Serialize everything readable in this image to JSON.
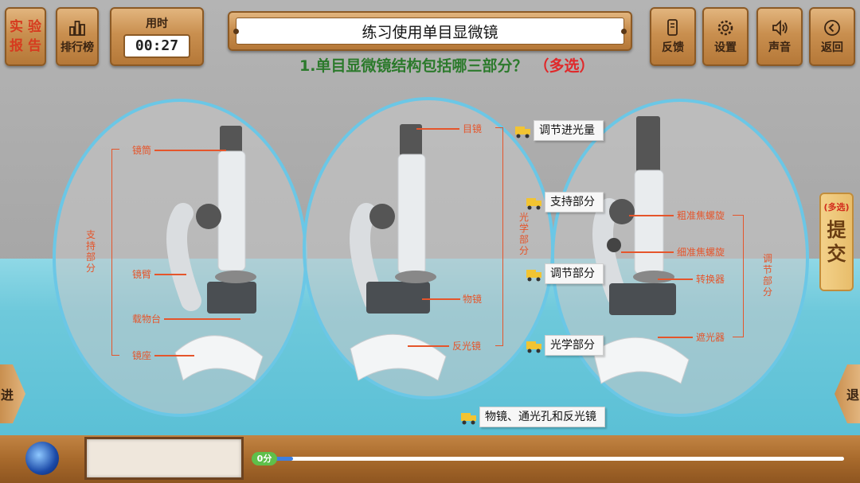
{
  "toolbar": {
    "report_line1": "实 验",
    "report_line2": "报 告",
    "rank_label": "排行榜",
    "timer_label": "用时",
    "timer_value": "00:27",
    "feedback_label": "反馈",
    "settings_label": "设置",
    "sound_label": "声音",
    "back_label": "返回"
  },
  "title": "练习使用单目显微镜",
  "question": {
    "text": "1.单目显微镜结构包括哪三部分？",
    "type": "（多选）"
  },
  "diagram1": {
    "group": "支持部分",
    "parts": [
      "镜筒",
      "镜臂",
      "载物台",
      "镜座"
    ]
  },
  "diagram2": {
    "group": "光学部分",
    "parts": [
      "目镜",
      "物镜",
      "反光镜"
    ]
  },
  "diagram3": {
    "group": "调节部分",
    "parts": [
      "粗准焦螺旋",
      "细准焦螺旋",
      "转换器",
      "遮光器"
    ]
  },
  "options": [
    "调节进光量",
    "支持部分",
    "调节部分",
    "光学部分",
    "物镜、通光孔和反光镜"
  ],
  "submit": {
    "tag": "(多选)",
    "label": "提交"
  },
  "nav": {
    "prev": "进",
    "next": "退"
  },
  "progress": {
    "score": "0分",
    "fraction": 0.03
  },
  "colors": {
    "accent_label": "#E5552B",
    "question": "#2C7A2C",
    "circle": "#6BC7E6"
  }
}
